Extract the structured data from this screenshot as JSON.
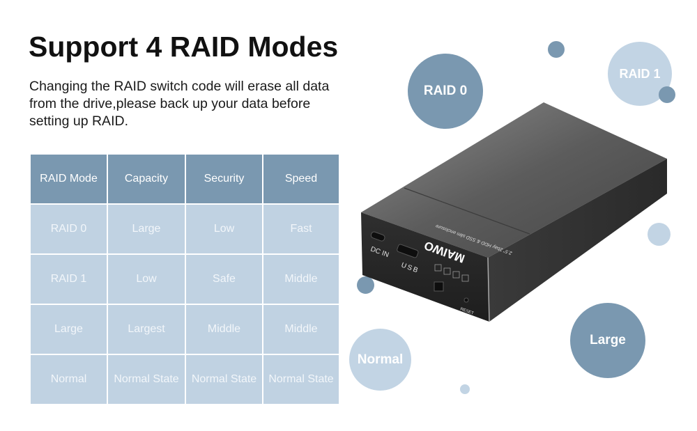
{
  "header": {
    "title": "Support 4 RAID Modes",
    "subtitle": "Changing the RAID switch code will erase all data from the drive,please back up your data before setting up RAID."
  },
  "table": {
    "headers": [
      "RAID Mode",
      "Capacity",
      "Security",
      "Speed"
    ],
    "rows": [
      [
        "RAID 0",
        "Large",
        "Low",
        "Fast"
      ],
      [
        "RAID 1",
        "Low",
        "Safe",
        "Middle"
      ],
      [
        "Large",
        "Largest",
        "Middle",
        "Middle"
      ],
      [
        "Normal",
        "Normal State",
        "Normal State",
        "Normal State"
      ]
    ]
  },
  "bubbles": {
    "raid0": "RAID 0",
    "raid1": "RAID 1",
    "large": "Large",
    "normal": "Normal"
  },
  "device": {
    "brand": "MAIWO",
    "top_label": "2.5\" 2bay HDD & SSD slim enclosure",
    "port_dc": "DC IN",
    "port_usb": "USB",
    "port_reset": "RESET"
  },
  "colors": {
    "header_fill": "#7a98b0",
    "cell_fill": "#c0d2e2",
    "bubble_dark": "#7a98b0",
    "bubble_light": "#c2d4e4"
  }
}
